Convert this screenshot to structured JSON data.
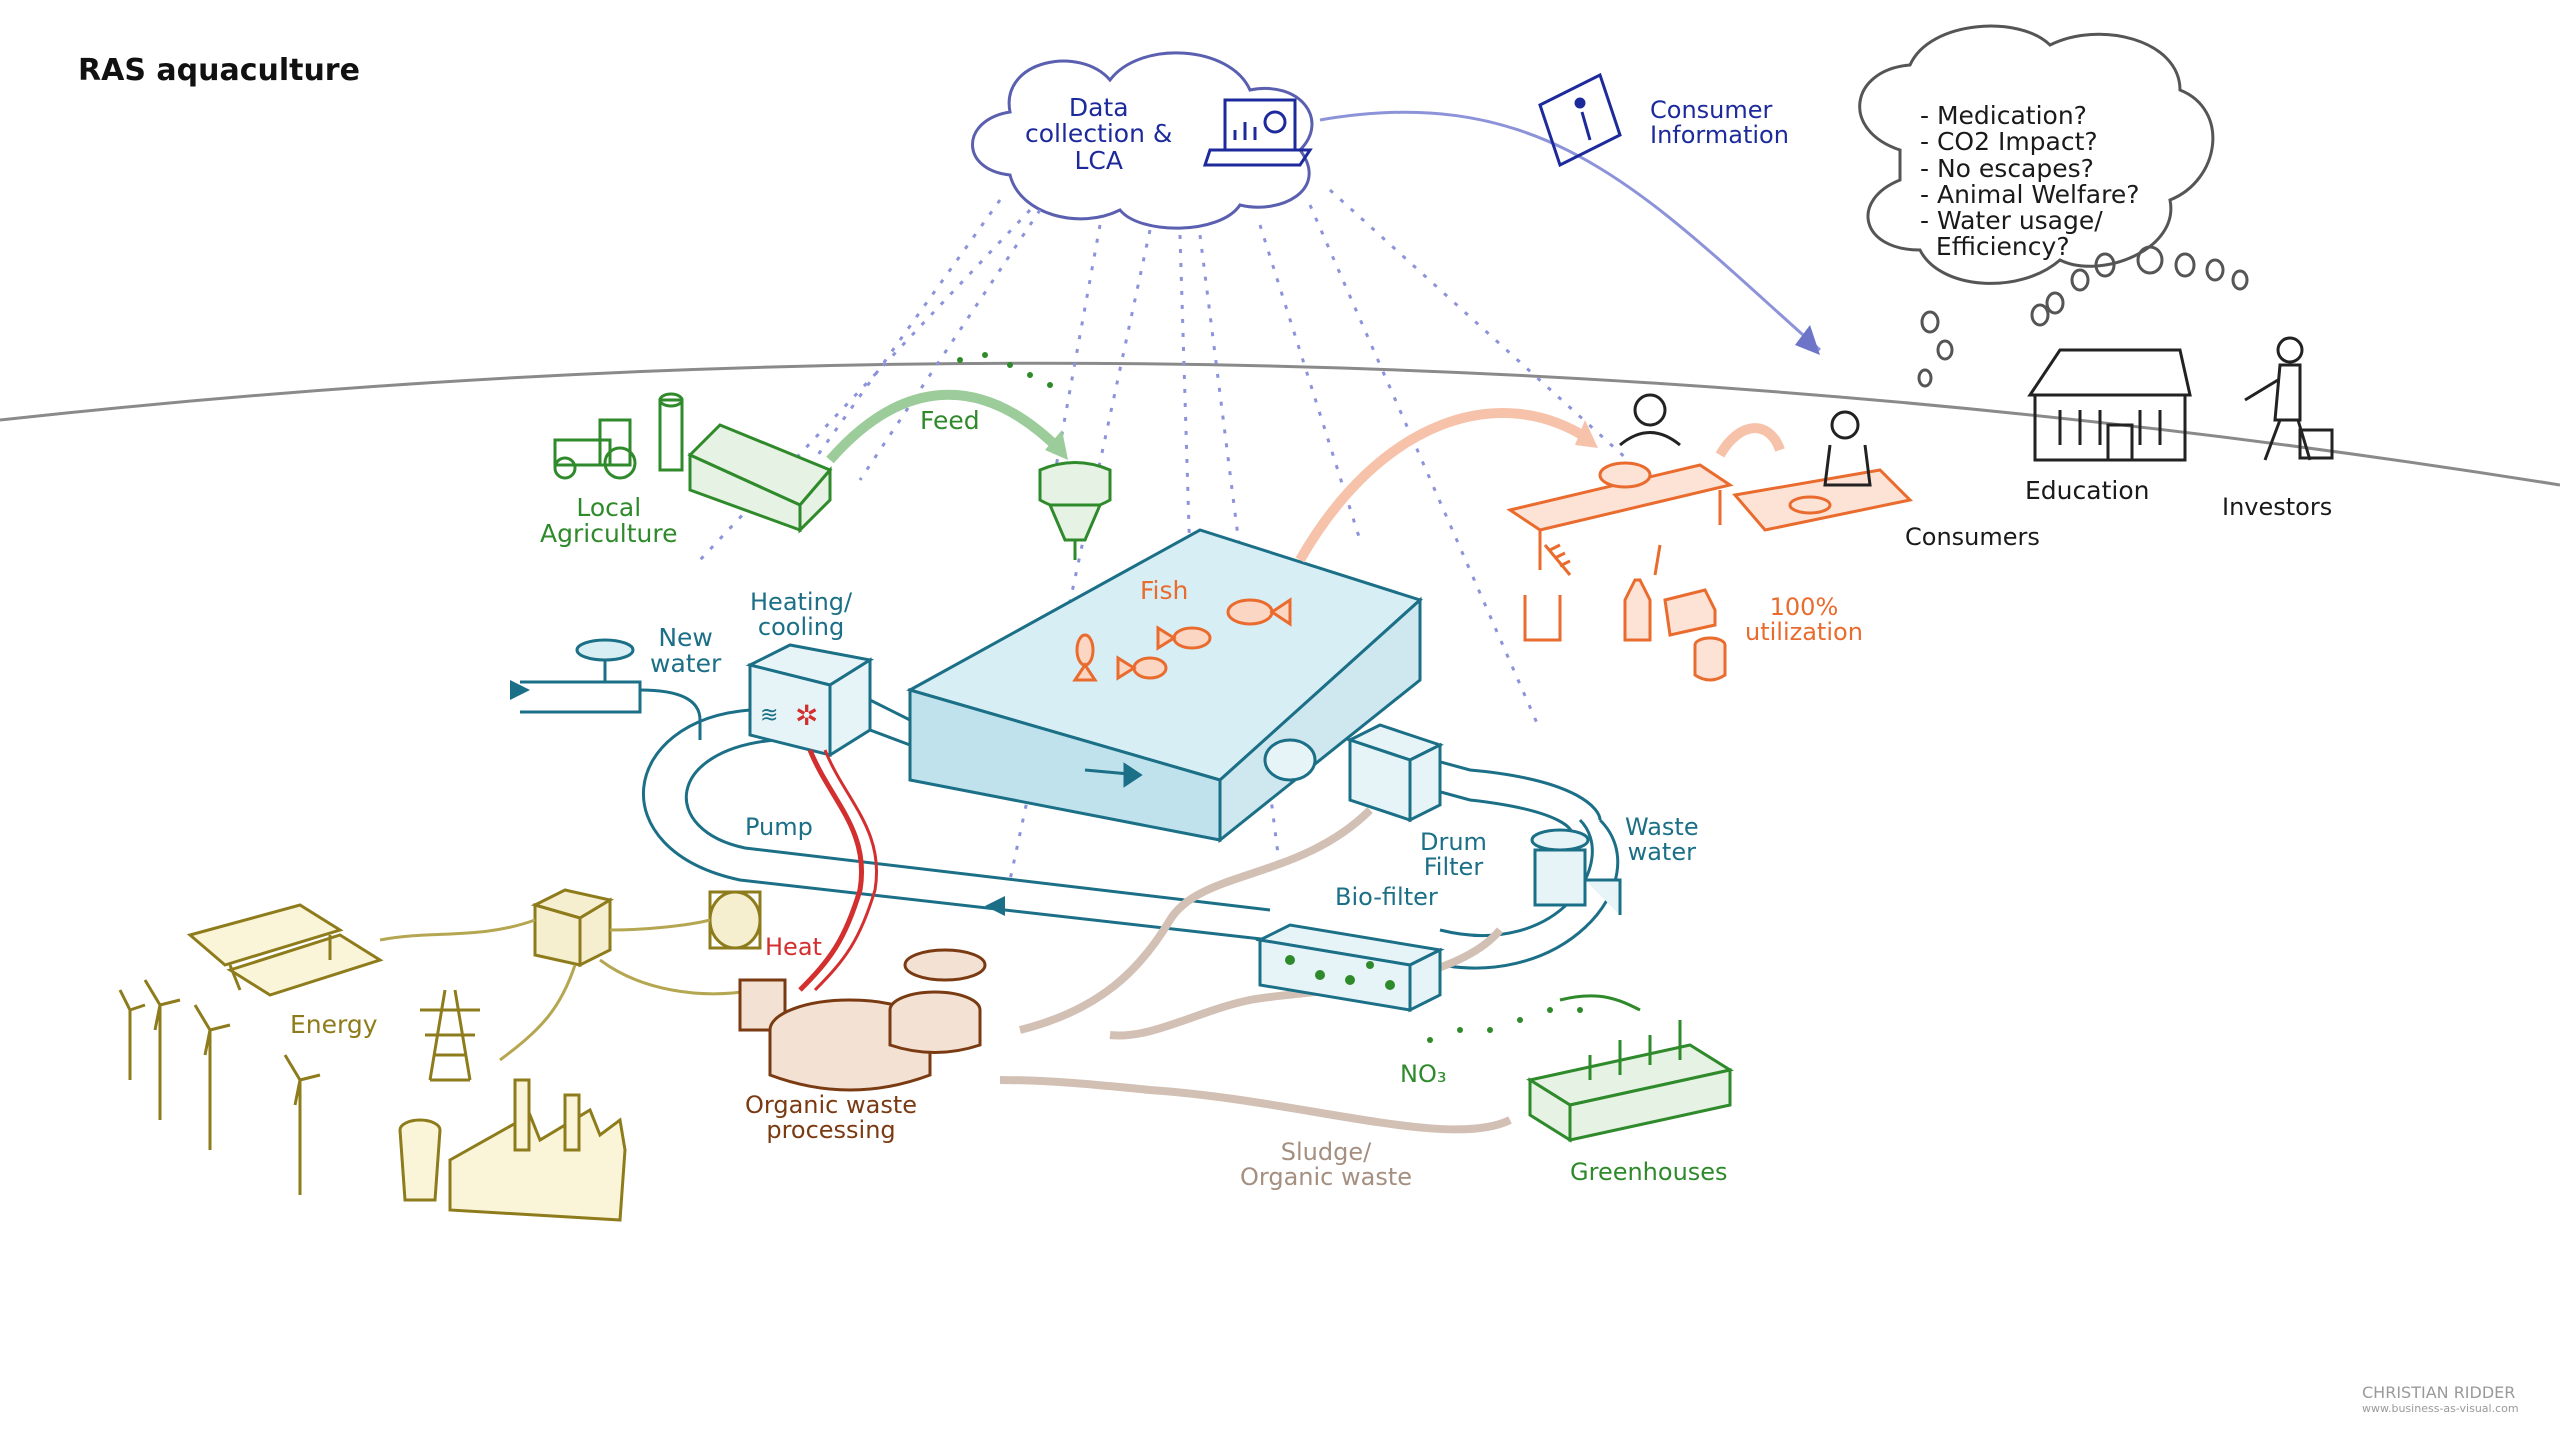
{
  "title": "RAS aquaculture",
  "labels": {
    "data_collection": "Data\ncollection &\nLCA",
    "consumer_info": "Consumer\nInformation",
    "concerns": "- Medication?\n- CO2 Impact?\n- No escapes?\n- Animal Welfare?\n- Water usage/\n  Efficiency?",
    "local_agriculture": "Local\nAgriculture",
    "feed": "Feed",
    "fish": "Fish",
    "new_water": "New\nwater",
    "heating_cooling": "Heating/\ncooling",
    "pump": "Pump",
    "heat": "Heat",
    "energy": "Energy",
    "organic_waste_processing": "Organic waste\nprocessing",
    "sludge": "Sludge/\nOrganic waste",
    "drum_filter": "Drum\nFilter",
    "bio_filter": "Bio-filter",
    "waste_water": "Waste\nwater",
    "no3": "NO₃",
    "greenhouses": "Greenhouses",
    "consumers": "Consumers",
    "utilization": "100%\nutilization",
    "education": "Education",
    "investors": "Investors"
  },
  "credit": {
    "name": "CHRISTIAN RIDDER",
    "url": "www.business-as-visual.com"
  },
  "colors": {
    "data": "#1d2a9c",
    "agriculture": "#2f8a2b",
    "water": "#1b6f86",
    "fish": "#ea6b2e",
    "waste": "#7a3a12",
    "energy": "#8e7c1c",
    "sludge": "#a58f80",
    "heat_pipe": "#d32f2f"
  },
  "icons": [
    "laptop-chart-icon",
    "info-sign-icon",
    "thought-cloud-icon",
    "tractor-icon",
    "silo-icon",
    "barn-icon",
    "feeder-icon",
    "tank-icon",
    "fish-icon",
    "valve-icon",
    "heater-icon",
    "pump-icon",
    "solar-panel-icon",
    "wind-turbine-icon",
    "power-pylon-icon",
    "factory-icon",
    "biogas-digester-icon",
    "drum-filter-icon",
    "biofilter-icon",
    "greenhouse-plant-icon",
    "conveyor-belt-icon",
    "fish-skeleton-icon",
    "school-building-icon",
    "investor-person-icon"
  ]
}
